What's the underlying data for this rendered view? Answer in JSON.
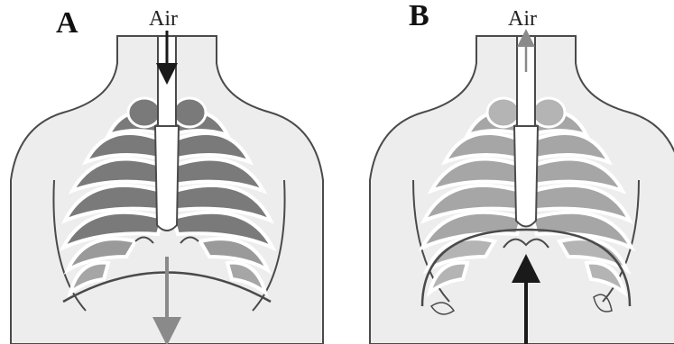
{
  "panels": [
    {
      "letter": "A",
      "air_label": "Air",
      "phase_arrow": "down"
    },
    {
      "letter": "B",
      "air_label": "Air",
      "phase_arrow": "up"
    }
  ],
  "colors": {
    "skin": "#ededed",
    "outline": "#4a4a4a",
    "rib_dark": "#7a7a7a",
    "rib_light": "#a6a6a6",
    "lobe_light": "#b4b4b4",
    "arrow_grey": "#8a8a8a",
    "arrow_black": "#1a1a1a"
  }
}
